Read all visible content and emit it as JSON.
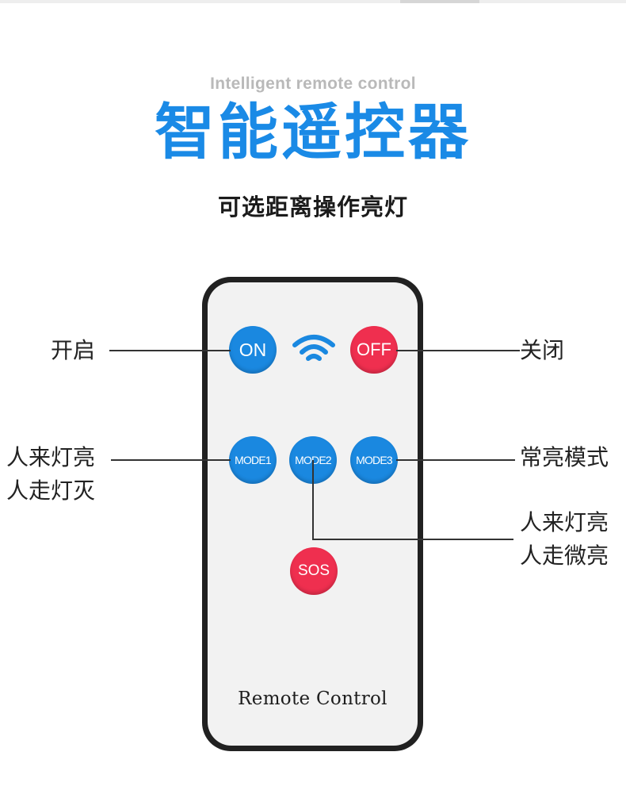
{
  "header": {
    "subtitle_en": "Intelligent remote control",
    "title_cn": "智能遥控器",
    "tagline": "可选距离操作亮灯"
  },
  "remote": {
    "buttons": {
      "on": "ON",
      "off": "OFF",
      "mode1": "MODE1",
      "mode2": "MODE2",
      "mode3": "MODE3",
      "sos": "SOS"
    },
    "brand_text": "Remote Control"
  },
  "callouts": {
    "on": "开启",
    "off": "关闭",
    "mode1": [
      "人来灯亮",
      "人走灯灭"
    ],
    "mode2": [
      "人来灯亮",
      "人走微亮"
    ],
    "mode3": "常亮模式"
  },
  "colors": {
    "accent_blue": "#1a88e0",
    "button_red": "#ef2f4f",
    "title_blue": "#1a8ae6",
    "remote_body": "#f2f2f2",
    "remote_border": "#212121"
  },
  "icons": {
    "signal": "wifi-signal-icon"
  }
}
